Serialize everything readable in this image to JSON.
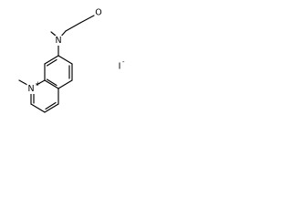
{
  "molecule": {
    "hydroxyl_label": "O",
    "amine_label": "N",
    "ring_nitrogen_label": "N",
    "ring_nitrogen_charge": "+",
    "counter_ion_label": "I",
    "counter_ion_charge": "-"
  }
}
